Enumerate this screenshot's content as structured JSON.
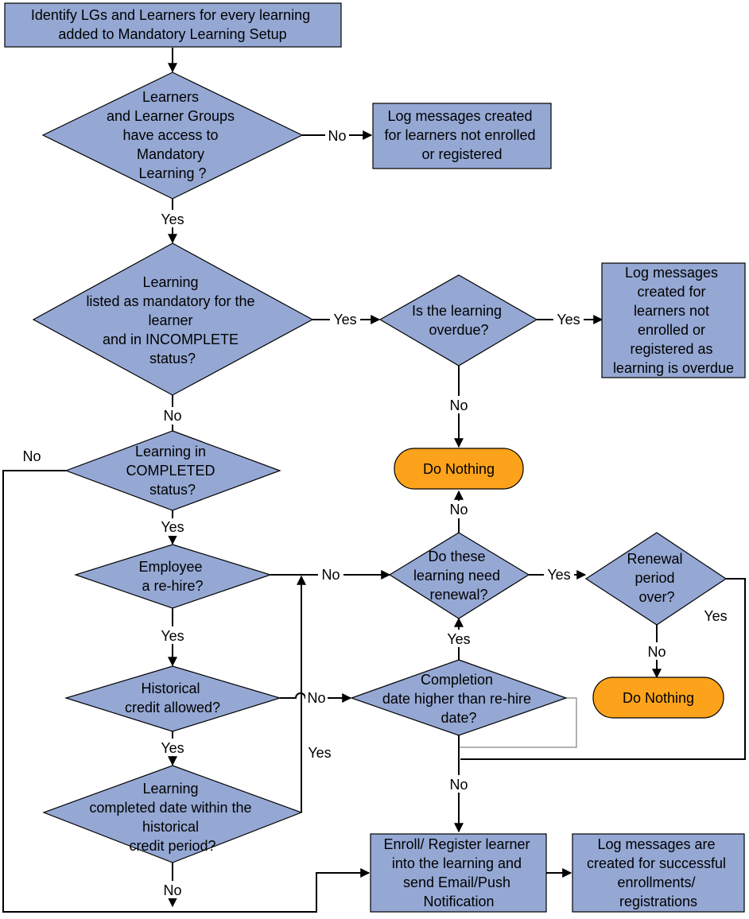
{
  "nodes": {
    "start": [
      "Identify LGs and Learners for every learning",
      "added to Mandatory Learning Setup"
    ],
    "access": [
      "Learners",
      "and Learner Groups",
      "have access to",
      "Mandatory",
      "Learning ?"
    ],
    "log_not_enrolled": [
      "Log messages created",
      "for learners not enrolled",
      "or registered"
    ],
    "mandatory": [
      "Learning",
      "listed as mandatory for the",
      "learner",
      "and in INCOMPLETE",
      "status?"
    ],
    "overdue": [
      "Is the learning",
      "overdue?"
    ],
    "log_overdue": [
      "Log messages",
      "created for",
      "learners not",
      "enrolled or",
      "registered as",
      "learning is overdue"
    ],
    "completed": [
      "Learning  in",
      "COMPLETED",
      "status?"
    ],
    "do_nothing_1": [
      "Do Nothing"
    ],
    "rehire": [
      "Employee",
      "a re-hire?"
    ],
    "renewal": [
      "Do these",
      "learning need",
      "renewal?"
    ],
    "renewal_over": [
      "Renewal",
      "period",
      "over?"
    ],
    "historical": [
      "Historical",
      "credit allowed?"
    ],
    "completion_date": [
      "Completion",
      "date higher than re-hire",
      "date?"
    ],
    "do_nothing_2": [
      "Do Nothing"
    ],
    "within_period": [
      "Learning",
      "completed date within the",
      "historical",
      "credit period?"
    ],
    "enroll": [
      "Enroll/ Register learner",
      "into the learning and",
      "send Email/Push",
      "Notification"
    ],
    "log_success": [
      "Log messages are",
      "created for successful",
      "enrollments/",
      "registrations"
    ]
  },
  "edges": {
    "access_no": "No",
    "access_yes": "Yes",
    "mandatory_yes": "Yes",
    "overdue_yes": "Yes",
    "overdue_no": "No",
    "mandatory_no": "No",
    "completed_no": "No",
    "completed_yes": "Yes",
    "renewal_no": "No",
    "rehire_no": "No",
    "renewal_yes": "Yes",
    "rehire_yes": "Yes",
    "completion_yes": "Yes",
    "renewal_over_yes": "Yes",
    "renewal_over_no": "No",
    "historical_no": "No",
    "within_yes": "Yes",
    "historical_yes": "Yes",
    "merge_no": "No",
    "within_no": "No"
  },
  "colors": {
    "process_fill": "#95a8d4",
    "terminal_fill": "#fda31b",
    "stroke": "#000000"
  }
}
